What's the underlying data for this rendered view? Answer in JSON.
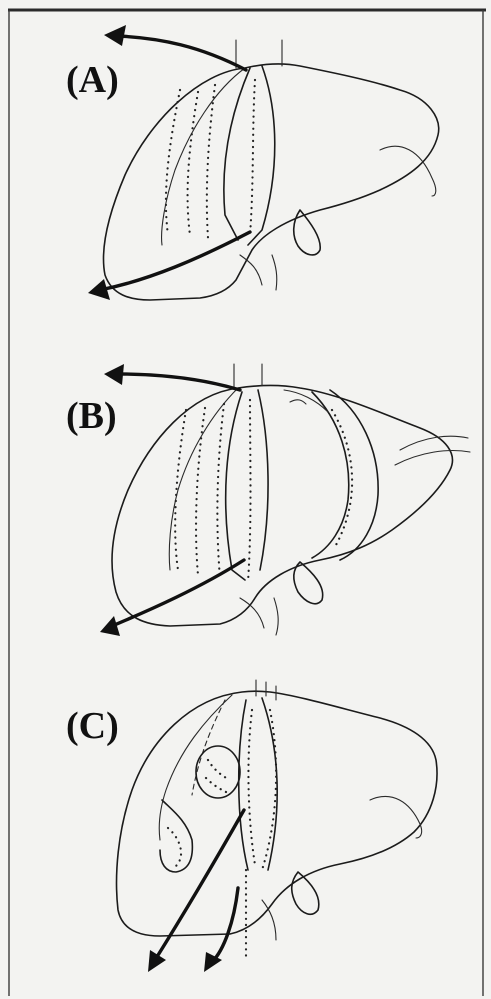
{
  "figure": {
    "border_color": "#2b2b2b",
    "background_color": "#f3f3f1",
    "panels": [
      {
        "label": "(A)"
      },
      {
        "label": "(B)"
      },
      {
        "label": "(C)"
      }
    ]
  }
}
